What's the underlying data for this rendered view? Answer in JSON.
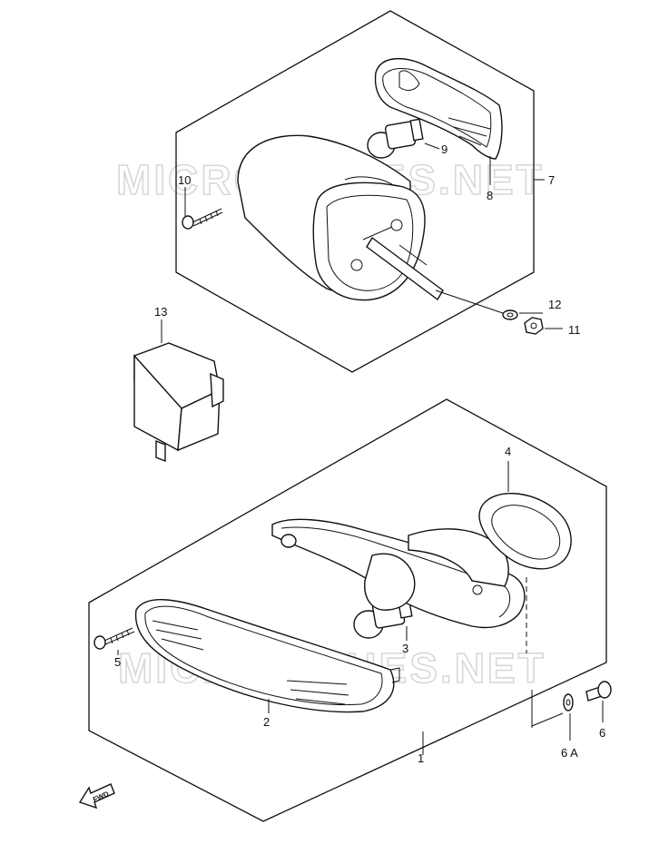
{
  "watermark": {
    "text": "MICROFICHES.NET"
  },
  "labels": {
    "p1": "1",
    "p2": "2",
    "p3": "3",
    "p4": "4",
    "p5": "5",
    "p6": "6",
    "p6a": "6 A",
    "p7": "7",
    "p8": "8",
    "p9": "9",
    "p10": "10",
    "p11": "11",
    "p12": "12",
    "p13": "13"
  },
  "fwd_arrow": {
    "text": "FWD",
    "icon": "fwd-arrow-icon"
  }
}
